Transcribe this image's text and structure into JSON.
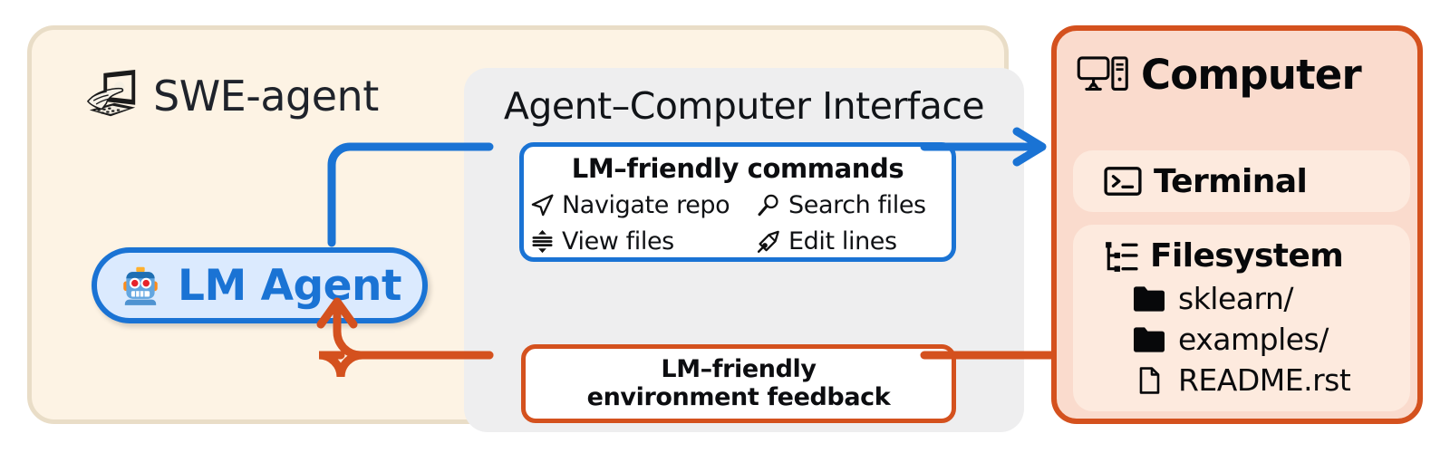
{
  "diagram": {
    "title": "SWE-agent Agent-Computer Interface overview",
    "colors": {
      "blue": "#1a73d4",
      "orange": "#d4511e",
      "panel_cream": "#fdf3e4",
      "panel_cream_border": "#e9ddc7",
      "panel_gray": "#eeeeef",
      "panel_peach": "#fadbcd",
      "panel_peach_inner": "#fdeade",
      "agent_fill": "#dbeafe",
      "text_dark": "#0c0d10"
    }
  },
  "swe_panel": {
    "title": "SWE-agent",
    "icon": "hands-typing-on-computer-icon"
  },
  "aci_panel": {
    "title": "Agent–Computer Interface"
  },
  "lm_agent": {
    "label": "LM Agent",
    "icon": "robot-emoji-icon"
  },
  "commands_box": {
    "title": "LM–friendly commands",
    "items": [
      {
        "label": "Navigate repo",
        "icon": "navigation-arrow-icon"
      },
      {
        "label": "Search files",
        "icon": "magnifying-glass-icon"
      },
      {
        "label": "View files",
        "icon": "vertical-distribute-icon"
      },
      {
        "label": "Edit lines",
        "icon": "pen-nib-icon"
      }
    ]
  },
  "feedback_box": {
    "line1": "LM–friendly",
    "line2": "environment feedback"
  },
  "computer_panel": {
    "title": "Computer",
    "icon": "desktop-computer-icon",
    "terminal": {
      "label": "Terminal",
      "icon": "terminal-prompt-icon"
    },
    "filesystem": {
      "label": "Filesystem",
      "icon": "file-tree-icon",
      "entries": [
        {
          "name": "sklearn/",
          "icon": "folder-icon"
        },
        {
          "name": "examples/",
          "icon": "folder-icon"
        },
        {
          "name": "README.rst",
          "icon": "file-icon"
        }
      ]
    }
  },
  "connectors": [
    {
      "name": "agent-to-commands",
      "color": "#1a73d4",
      "arrow": false
    },
    {
      "name": "commands-to-computer",
      "color": "#1a73d4",
      "arrow": true
    },
    {
      "name": "computer-to-feedback",
      "color": "#d4511e",
      "arrow": false
    },
    {
      "name": "feedback-to-agent",
      "color": "#d4511e",
      "arrow": true
    }
  ]
}
